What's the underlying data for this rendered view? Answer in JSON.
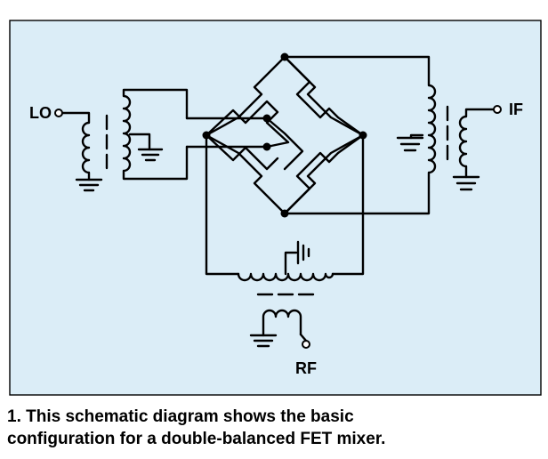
{
  "labels": {
    "lo": "LO",
    "if": "IF",
    "rf": "RF"
  },
  "caption": {
    "line1": "1. This schematic diagram shows the basic",
    "line2": "configuration for a double-balanced FET mixer."
  }
}
